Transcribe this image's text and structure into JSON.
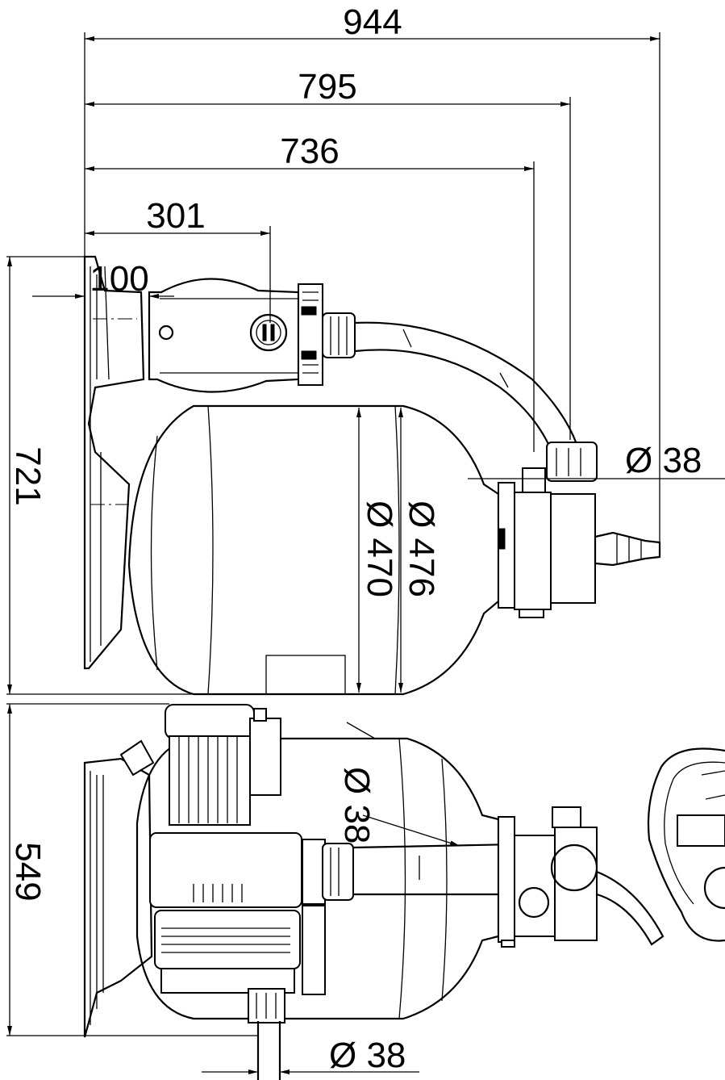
{
  "dimensions": {
    "overall_length": "944",
    "length_to_outlet": "795",
    "length_to_valve": "736",
    "length_to_pump": "301",
    "offset": "100",
    "height_side_view": "721",
    "height_top_view": "549",
    "tank_inner_diameter": "Ø 470",
    "tank_outer_diameter": "Ø 476",
    "pipe_diameter_outlet": "Ø  38",
    "pipe_diameter_top": "Ø 38",
    "pipe_diameter_bottom": "Ø  38"
  },
  "colors": {
    "line": "#000000",
    "background": "#ffffff"
  }
}
